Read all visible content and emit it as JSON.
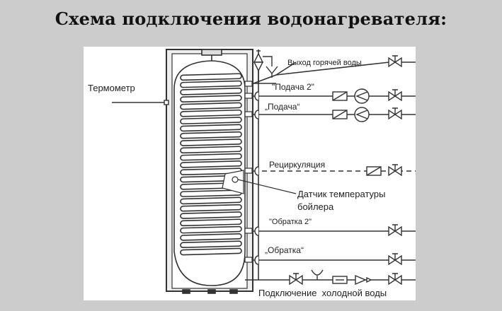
{
  "title": "Схема подключения водонагревателя:",
  "diagram": {
    "labels": {
      "thermometer": "Термометр",
      "hot_water_outlet": "Выход горячей воды",
      "supply_2": "\"Подача 2\"",
      "supply": "„Подача“",
      "recirculation": "Рециркуляция",
      "sensor_line1": "Датчик температуры",
      "sensor_line2": "бойлера",
      "return_2": "\"Обратка 2\"",
      "return": "„Обратка“",
      "cold_water": "Подключение  холодной воды"
    },
    "colors": {
      "background": "#cccccc",
      "panel": "#ffffff",
      "line": "#333333",
      "tank_fill": "#e8e8e8"
    }
  }
}
